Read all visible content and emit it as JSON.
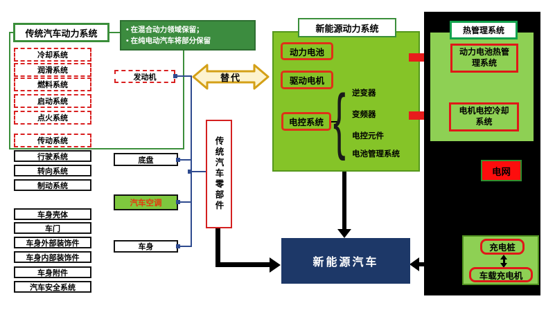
{
  "colors": {
    "group_border_green": "#3a8e3a",
    "note_green": "#3c8c3f",
    "panel_green": "#85c428",
    "thermal_green": "#8ed054",
    "dashed_red": "#d91f1f",
    "box_red_border": "#e01818",
    "grid_red": "#fd0d0d",
    "navy": "#1d3868",
    "connector_blue": "#2e4a8f",
    "arrow_gold": "#d4a017",
    "arrow_red": "#e81c1c",
    "black_panel": "#000000"
  },
  "left": {
    "title": "传统汽车动力系统",
    "note_lines": [
      "•  在混合动力领域保留；",
      "•  在纯电动汽车将部分保留"
    ],
    "engine_group": [
      "冷却系统",
      "润滑系统",
      "燃料系统",
      "启动系统",
      "点火系统",
      "传动系统"
    ],
    "run_group": [
      "行驶系统",
      "转向系统",
      "制动系统"
    ],
    "body_group": [
      "车身壳体",
      "车门",
      "车身外部装饰件",
      "车身内部装饰件",
      "车身附件",
      "汽车安全系统"
    ]
  },
  "middle": {
    "engine": "发动机",
    "chassis": "底盘",
    "ac": "汽车空调",
    "body": "车身",
    "parts_label": "传统汽车零部件",
    "replace_label": "替代"
  },
  "nev_panel": {
    "title": "新能源动力系统",
    "battery": "动力电池",
    "motor": "驱动电机",
    "control": "电控系统",
    "brace": "{",
    "control_items": [
      "逆变器",
      "变频器",
      "电控元件",
      "电池管理系统"
    ]
  },
  "thermal": {
    "title": "热管理系统",
    "battery_thermal": "动力电池热管理系统",
    "motor_cooling": "电机电控冷却系统"
  },
  "grid": {
    "label": "电网"
  },
  "charging": {
    "pile": "充电桩",
    "obc": "车载充电机"
  },
  "nev": {
    "label": "新能源汽车"
  }
}
